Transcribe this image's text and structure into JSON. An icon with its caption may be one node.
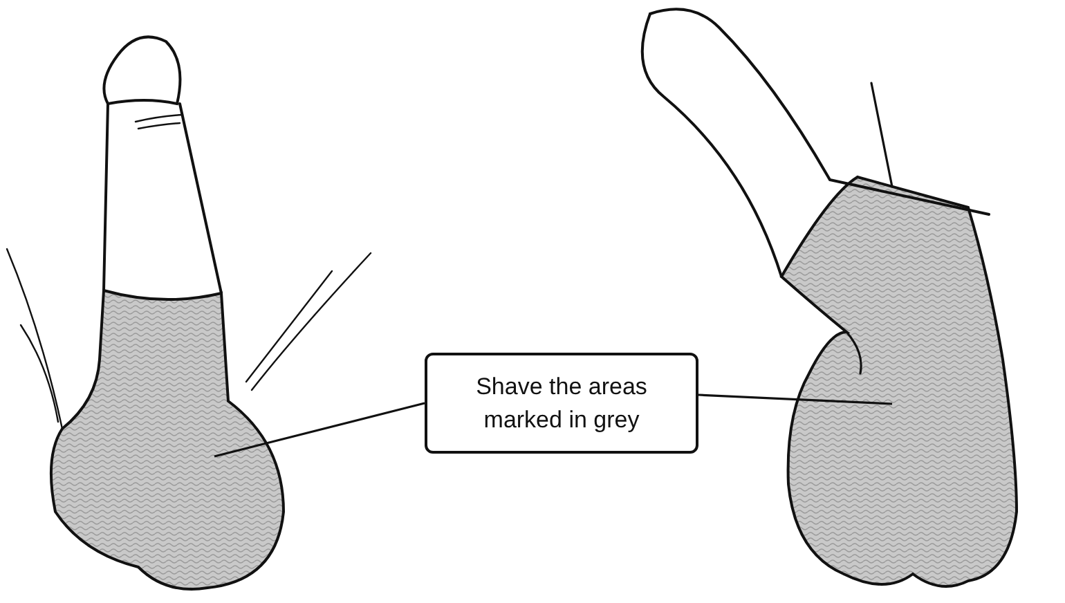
{
  "diagram": {
    "nodes": [
      {
        "text": [
          "Shave the areas marked in grey"
        ]
      },
      {
        "text": [],
        "shape": "picture"
      },
      {
        "text": [],
        "shape": "picture"
      }
    ],
    "edges": [
      {
        "from": 0,
        "to": 1,
        "arrow": "none"
      },
      {
        "from": 0,
        "to": 2,
        "arrow": "none"
      }
    ]
  }
}
